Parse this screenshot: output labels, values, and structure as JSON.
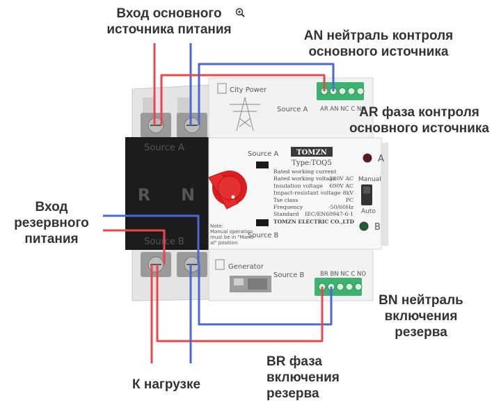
{
  "labels": {
    "main_input_l1": "Вход основного",
    "main_input_l2": "источника питания",
    "an_l1": "AN нейтраль контроля",
    "an_l2": "основного источника",
    "ar_l1": "AR фаза контроля",
    "ar_l2": "основного источника",
    "backup_l1": "Вход",
    "backup_l2": "резервного",
    "backup_l3": "питания",
    "bn_l1": "BN нейтраль",
    "bn_l2": "включения",
    "bn_l3": "резерва",
    "br_l1": "BR фаза",
    "br_l2": "включения",
    "br_l3": "резерва",
    "load": "К нагрузке"
  },
  "device": {
    "source_a_top": "Source A",
    "source_b_bottom": "Source B",
    "pole_r": "R",
    "pole_n": "N",
    "city_power": "City Power",
    "source_a_small": "Source A",
    "terminal_a_labels": "AR AN NC C NO",
    "source_a_window": "Source A",
    "brand": "TOMZN",
    "type": "Type:TOQ5",
    "specs": [
      {
        "k": "Rated working current",
        "v": ""
      },
      {
        "k": "Rated working voltage",
        "v": "220V AC"
      },
      {
        "k": "Insulation voltage",
        "v": "690V AC"
      },
      {
        "k": "Impact-resistant voltage",
        "v": "8kV"
      },
      {
        "k": "Tse class",
        "v": "PC"
      },
      {
        "k": "Frequency",
        "v": "-50/60Hz"
      },
      {
        "k": "Standard",
        "v": "IEC/EN60947-6-1"
      }
    ],
    "manufacturer": "TOMZN ELECTRIC CO.,LTD",
    "note_l1": "Note:",
    "note_l2": "Manual operation",
    "note_l3": "must be in \"Manu-",
    "note_l4": "al\" position",
    "source_b_window": "Source B",
    "led_a": "A",
    "led_b": "B",
    "manual": "Manual",
    "auto": "Auto",
    "generator": "Generator",
    "source_b_small": "Source B",
    "terminal_b_labels": "BR BN NC C NO"
  },
  "colors": {
    "phase_wire": "#e8474c",
    "neutral_wire": "#4a67d6",
    "handle": "#e02020",
    "terminal": "#3cb371"
  },
  "icons": {
    "zoom": "magnifier-plus-icon"
  }
}
